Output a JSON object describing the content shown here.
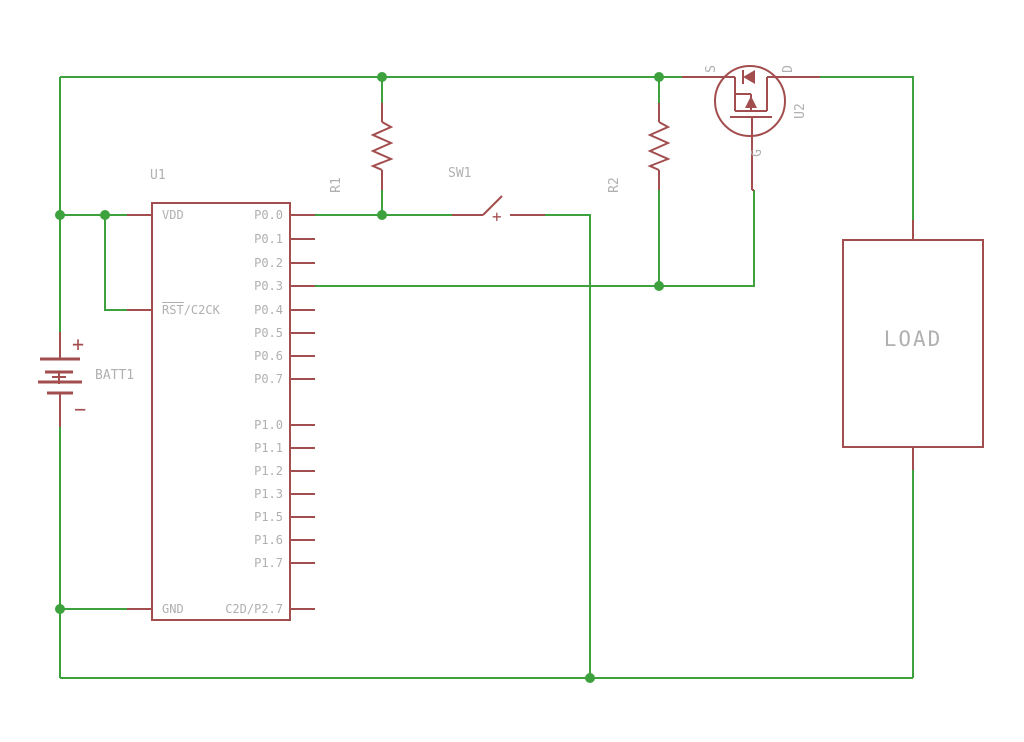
{
  "schematic": {
    "colors": {
      "wire": "#3DA23D",
      "component": "#A34E4E",
      "text": "#B0B0B0",
      "background": "#FFFFFF"
    },
    "u1": {
      "ref": "U1",
      "pin_vdd": "VDD",
      "pin_rst_overline": "RST",
      "pin_rst_rest": "/C2CK",
      "pin_gnd": "GND",
      "right_pins": [
        "P0.0",
        "P0.1",
        "P0.2",
        "P0.3",
        "P0.4",
        "P0.5",
        "P0.6",
        "P0.7",
        "P1.0",
        "P1.1",
        "P1.2",
        "P1.3",
        "P1.5",
        "P1.6",
        "P1.7",
        "C2D/P2.7"
      ]
    },
    "batt1": {
      "ref": "BATT1",
      "plus": "+",
      "minus": "−"
    },
    "r1": {
      "ref": "R1"
    },
    "r2": {
      "ref": "R2"
    },
    "sw1": {
      "ref": "SW1",
      "mark": "+"
    },
    "u2": {
      "ref": "U2",
      "pin_s": "S",
      "pin_d": "D",
      "pin_g": "G"
    },
    "load": {
      "label": "LOAD"
    }
  }
}
